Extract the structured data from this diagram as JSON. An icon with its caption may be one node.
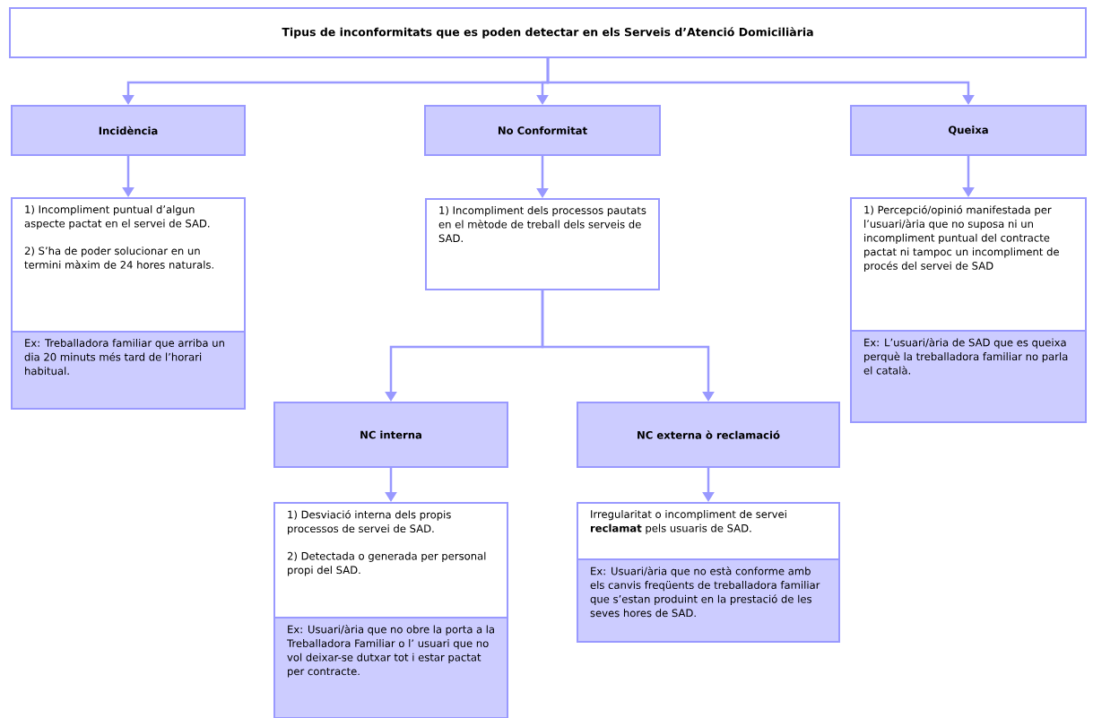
{
  "diagram": {
    "nodes": [
      {
        "text": [
          "Tipus de inconformitats que es poden detectar en els Serveis d’Atenció Domiciliària"
        ]
      },
      {
        "text": [
          "Incidència"
        ]
      },
      {
        "text": [
          "No Conformitat"
        ]
      },
      {
        "text": [
          "Queixa"
        ]
      },
      {
        "text": [
          "1) Incompliment puntual d’algun aspecte pactat en el servei de SAD.",
          "2) S’ha de poder solucionar en un termini màxim de 24 hores naturals."
        ]
      },
      {
        "text": [
          "Ex: Treballadora familiar que arriba un dia 20 minuts més tard de l’horari habitual."
        ]
      },
      {
        "text": [
          "1) Incompliment dels processos pautats en el mètode de treball dels serveis de SAD."
        ]
      },
      {
        "text": [
          "1) Percepció/opinió manifestada per l’usuari/ària que no suposa ni un incompliment puntual del contracte pactat ni tampoc un incompliment de procés del servei de SAD"
        ]
      },
      {
        "text": [
          "Ex: L’usuari/ària de SAD que es queixa perquè la treballadora familiar no parla el català."
        ]
      },
      {
        "text": [
          "NC interna"
        ]
      },
      {
        "text": [
          "NC externa ò reclamació"
        ]
      },
      {
        "text": [
          "1) Desviació interna dels propis processos de servei de SAD.",
          "2) Detectada o generada per personal propi del SAD."
        ]
      },
      {
        "text": [
          "Ex: Usuari/ària que no obre la porta a la Treballadora Familiar o l’ usuari que no vol deixar-se dutxar tot i estar pactat per contracte."
        ]
      },
      {
        "text": [
          "Irregularitat o incompliment  de servei **reclamat** pels usuaris de SAD."
        ]
      },
      {
        "text": [
          "Ex: Usuari/ària que no està conforme amb els canvis freqüents de treballadora familiar que s’estan produint en la prestació de les seves hores de SAD."
        ]
      }
    ],
    "edges": [
      {
        "from": 0,
        "to": 1,
        "arrow": "to"
      },
      {
        "from": 0,
        "to": 2,
        "arrow": "to"
      },
      {
        "from": 0,
        "to": 3,
        "arrow": "to"
      },
      {
        "from": 1,
        "to": 4,
        "arrow": "to"
      },
      {
        "from": 2,
        "to": 6,
        "arrow": "to"
      },
      {
        "from": 3,
        "to": 7,
        "arrow": "to"
      },
      {
        "from": 6,
        "to": 9,
        "arrow": "to"
      },
      {
        "from": 6,
        "to": 10,
        "arrow": "to"
      },
      {
        "from": 9,
        "to": 11,
        "arrow": "to"
      },
      {
        "from": 10,
        "to": 13,
        "arrow": "to"
      }
    ]
  }
}
